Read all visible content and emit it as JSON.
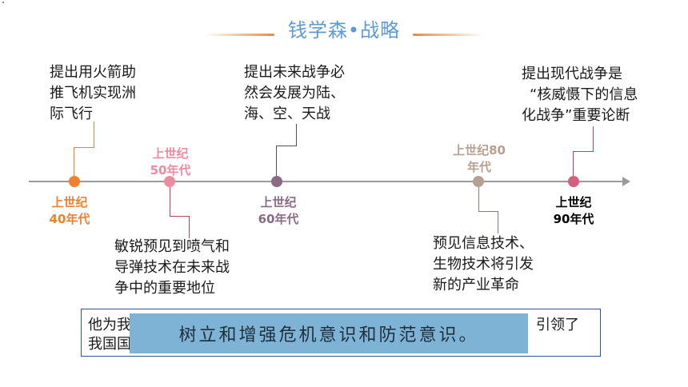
{
  "title": {
    "text": "钱学森•战略",
    "accent_color": "#5b9bd5",
    "line_color": "#e98a3c"
  },
  "timeline": {
    "axis_color": "#9a9a9a",
    "events": [
      {
        "era_line1": "上世纪",
        "era_line2": "40年代",
        "color": "#f07f2e",
        "desc": [
          "提出用火箭助",
          "推飞机实现洲",
          "际飞行"
        ]
      },
      {
        "era_line1": "上世纪",
        "era_line2": "50年代",
        "color": "#f08aa0",
        "desc": [
          "敏锐预见到喷气和",
          "导弹技术在未来战",
          "争中的重要地位"
        ]
      },
      {
        "era_line1": "上世纪",
        "era_line2": "60年代",
        "color": "#8b6a86",
        "desc": [
          "提出未来战争必",
          "然会发展为陆、",
          "海、空、天战"
        ]
      },
      {
        "era_line1": "上世纪80",
        "era_line2": "年代",
        "color": "#b79f92",
        "desc": [
          "预见信息技术、",
          "生物技术将引发",
          "新的产业革命"
        ]
      },
      {
        "era_line1": "上世纪",
        "era_line2": "90年代",
        "color": "#000000",
        "node_color": "#d4607f",
        "desc": [
          "提出现代战争是",
          "“核威慑下的信息",
          "化战争”重要论断"
        ]
      }
    ]
  },
  "bottom": {
    "left_line1": "他为我",
    "left_line2": "我国国",
    "right_text": "引领了",
    "overlay_text": "树立和增强危机意识和防范意识。"
  }
}
